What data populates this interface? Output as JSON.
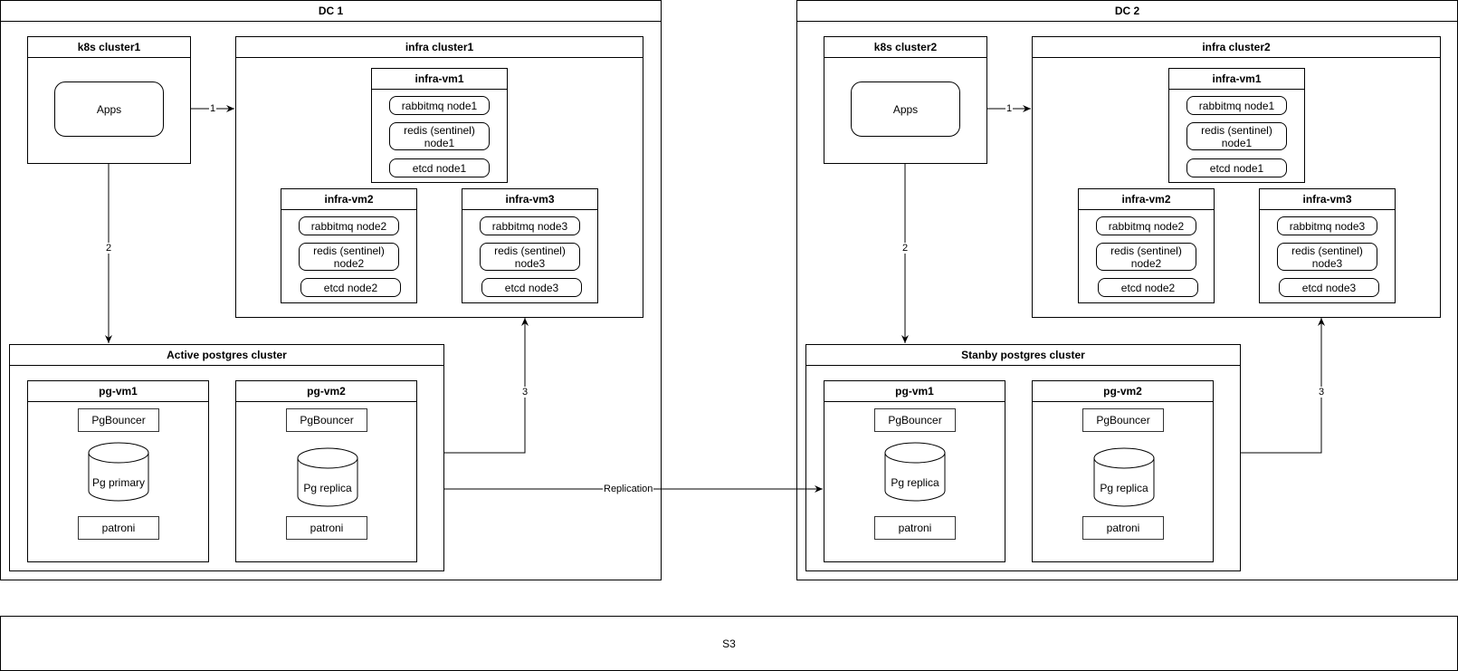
{
  "dc1": {
    "title": "DC 1",
    "k8s": {
      "title": "k8s cluster1",
      "apps": "Apps"
    },
    "infra": {
      "title": "infra cluster1",
      "vms": [
        {
          "title": "infra-vm1",
          "items": [
            "rabbitmq node1",
            "redis (sentinel)\nnode1",
            "etcd node1"
          ]
        },
        {
          "title": "infra-vm2",
          "items": [
            "rabbitmq node2",
            "redis (sentinel)\nnode2",
            "etcd node2"
          ]
        },
        {
          "title": "infra-vm3",
          "items": [
            "rabbitmq node3",
            "redis (sentinel)\nnode3",
            "etcd node3"
          ]
        }
      ]
    },
    "postgres": {
      "title": "Active postgres cluster",
      "vms": [
        {
          "title": "pg-vm1",
          "pooler": "PgBouncer",
          "db": "Pg primary",
          "ha": "patroni"
        },
        {
          "title": "pg-vm2",
          "pooler": "PgBouncer",
          "db": "Pg replica",
          "ha": "patroni"
        }
      ]
    }
  },
  "dc2": {
    "title": "DC 2",
    "k8s": {
      "title": "k8s cluster2",
      "apps": "Apps"
    },
    "infra": {
      "title": "infra cluster2",
      "vms": [
        {
          "title": "infra-vm1",
          "items": [
            "rabbitmq node1",
            "redis (sentinel)\nnode1",
            "etcd node1"
          ]
        },
        {
          "title": "infra-vm2",
          "items": [
            "rabbitmq node2",
            "redis (sentinel)\nnode2",
            "etcd node2"
          ]
        },
        {
          "title": "infra-vm3",
          "items": [
            "rabbitmq node3",
            "redis (sentinel)\nnode3",
            "etcd node3"
          ]
        }
      ]
    },
    "postgres": {
      "title": "Stanby postgres cluster",
      "vms": [
        {
          "title": "pg-vm1",
          "pooler": "PgBouncer",
          "db": "Pg replica",
          "ha": "patroni"
        },
        {
          "title": "pg-vm2",
          "pooler": "PgBouncer",
          "db": "Pg replica",
          "ha": "patroni"
        }
      ]
    }
  },
  "edges": {
    "apps_to_infra": "1",
    "apps_to_postgres": "2",
    "postgres_to_infra": "3",
    "replication": "Replication"
  },
  "storage": {
    "title": "S3"
  }
}
